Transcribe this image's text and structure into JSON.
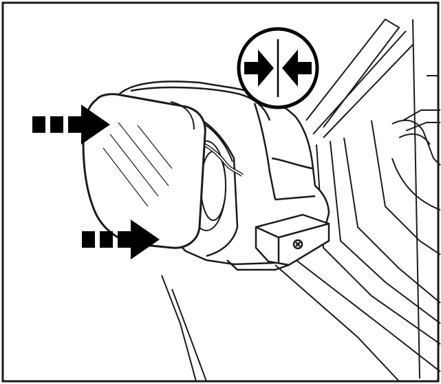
{
  "diagram": {
    "subject": "exterior-mirror-glass-installation",
    "colors": {
      "line": "#1a1a1a",
      "fill": "#ffffff",
      "accent": "#000000"
    },
    "icons": [
      "press-together-icon",
      "push-arrow-icon"
    ],
    "callouts": [
      {
        "name": "push-arrow-upper",
        "direction": "right"
      },
      {
        "name": "push-arrow-lower",
        "direction": "right"
      }
    ]
  }
}
